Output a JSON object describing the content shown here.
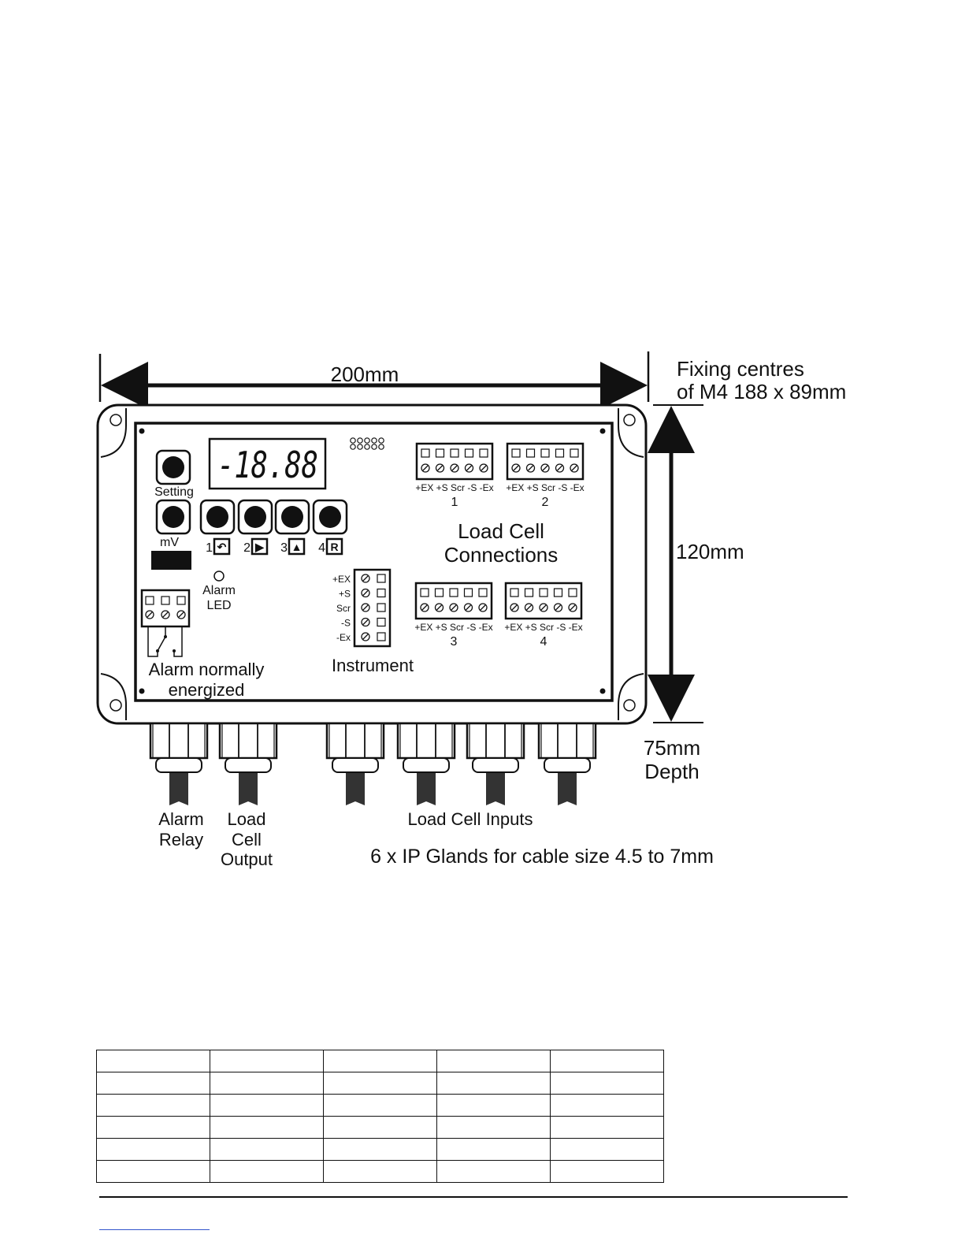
{
  "dimensions": {
    "width": "200mm",
    "height": "120mm",
    "fixing": [
      "Fixing centres",
      "of M4 188 x 89mm"
    ],
    "depth": [
      "75mm",
      "Depth"
    ]
  },
  "display": {
    "reading": "-18.88"
  },
  "controls": {
    "setting_label": "Setting",
    "mv_label": "mV",
    "keys": [
      {
        "num": "1",
        "icon": "return-icon",
        "glyph": "↶"
      },
      {
        "num": "2",
        "icon": "play-icon",
        "glyph": "▶"
      },
      {
        "num": "3",
        "icon": "up-arrow-icon",
        "glyph": "▲"
      },
      {
        "num": "4",
        "icon": "r-key-icon",
        "glyph": "R"
      }
    ],
    "alarm_led": [
      "Alarm",
      "LED"
    ]
  },
  "alarm_relay_block": {
    "caption": [
      "Alarm normally",
      "energized"
    ]
  },
  "instrument": {
    "pins": [
      "+EX",
      "+S",
      "Scr",
      "-S",
      "-Ex"
    ],
    "caption": "Instrument"
  },
  "load_cells": {
    "title": [
      "Load Cell",
      "Connections"
    ],
    "blocks": [
      {
        "pins": "+EX +S Scr -S -Ex",
        "number": "1"
      },
      {
        "pins": "+EX +S Scr -S -Ex",
        "number": "2"
      },
      {
        "pins": "+EX +S Scr -S -Ex",
        "number": "3"
      },
      {
        "pins": "+EX +S Scr -S -Ex",
        "number": "4"
      }
    ]
  },
  "glands": {
    "alarm_relay": [
      "Alarm",
      "Relay"
    ],
    "load_cell_output": [
      "Load",
      "Cell",
      "Output"
    ],
    "load_cell_inputs": "Load Cell Inputs",
    "note": "6 x IP Glands for cable size 4.5 to 7mm"
  },
  "table": {
    "rows": 6,
    "cols": 5
  },
  "colors": {
    "ink": "#111111",
    "led_bg": "#ffffff",
    "cable": "#333333",
    "link": "#3355cc"
  }
}
